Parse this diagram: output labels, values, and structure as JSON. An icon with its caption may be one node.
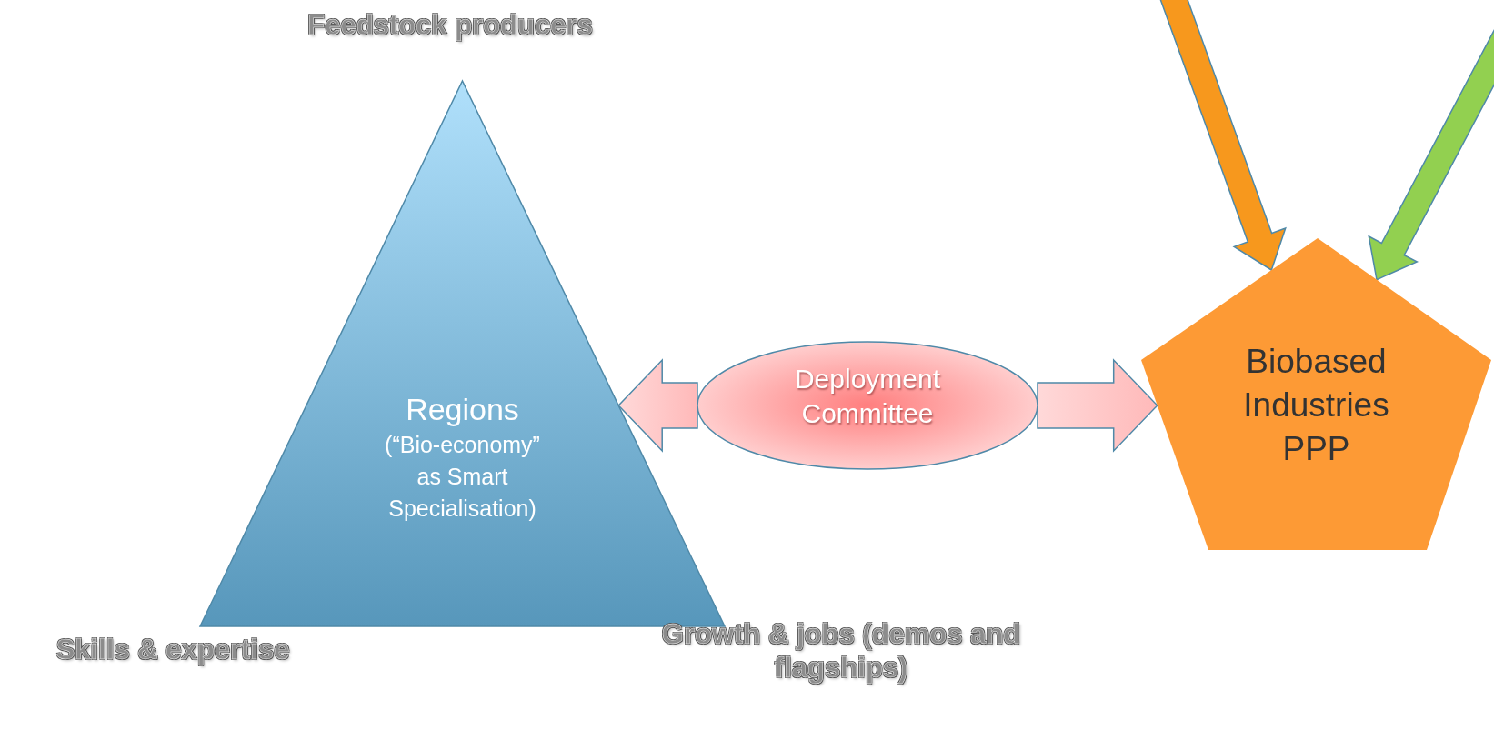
{
  "diagram": {
    "nodes": [
      {
        "text": [
          "Regions",
          "(“Bio-economy” as Smart Specialisation)"
        ],
        "beside": [
          "Feedstock producers",
          "Skills & expertise",
          "Growth & jobs (demos and flagships)"
        ]
      },
      {
        "text": [
          "Deployment Committee"
        ]
      },
      {
        "text": [
          "Biobased Industries PPP"
        ]
      }
    ],
    "edges": [
      {
        "from": 1,
        "to": 0,
        "arrow": "to",
        "style": "thick"
      },
      {
        "from": 1,
        "to": 2,
        "arrow": "to",
        "style": "thick"
      },
      {
        "from": null,
        "to": 2,
        "arrow": "to",
        "style": "thick",
        "color": "#f7981d"
      },
      {
        "from": null,
        "to": 2,
        "arrow": "to",
        "style": "thick",
        "color": "#92d050"
      }
    ]
  }
}
